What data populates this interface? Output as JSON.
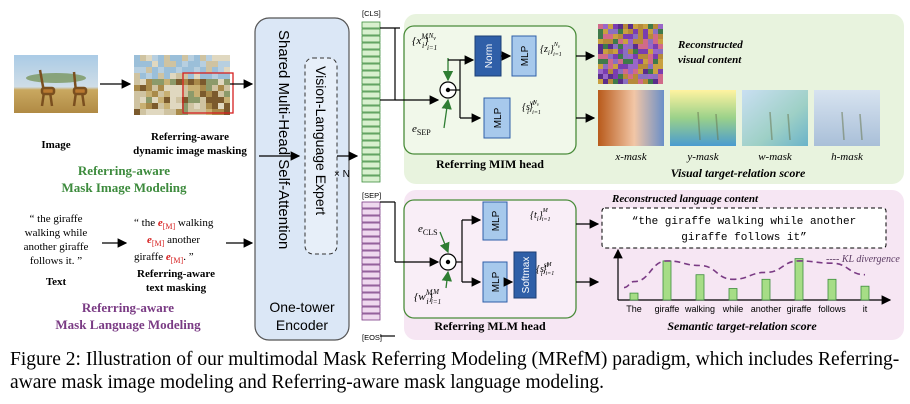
{
  "left": {
    "image_label": "Image",
    "masking_label_1": "Referring-aware",
    "masking_label_2": "dynamic image masking",
    "mim_title_1": "Referring-aware",
    "mim_title_2": "Mask Image Modeling",
    "text_lines": [
      "“ the giraffe",
      "walking while",
      "another giraffe",
      "follows it. ”"
    ],
    "text_label": "Text",
    "masked_text": {
      "line1_a": "“ the ",
      "mask": "e",
      "mask_sub": "[M]",
      "line1_b": " walking",
      "line2_b": " another",
      "line3_a": "giraffe ",
      "line3_b": ". ”"
    },
    "text_masking_1": "Referring-aware",
    "text_masking_2": "text masking",
    "mlm_title_1": "Referring-aware",
    "mlm_title_2": "Mask Language Modeling"
  },
  "encoder": {
    "shared_attention": "Shared Multi-Head Self-Attention",
    "expert": "Vision-Language Expert",
    "repeat": "× N",
    "title_1": "One-tower",
    "title_2": "Encoder",
    "tokens": {
      "cls": "[CLS]",
      "sep": "[SEP]",
      "eos": "[EOS]"
    }
  },
  "mim_head": {
    "title": "Referring MIM head",
    "norm": "Norm",
    "mlp": "MLP",
    "e_sep": "e",
    "e_sep_sub": "SEP",
    "recon_1": "Reconstructed",
    "recon_2": "visual content",
    "masks": [
      "x-mask",
      "y-mask",
      "w-mask",
      "h-mask"
    ],
    "score_label": "Visual target-relation score"
  },
  "mlm_head": {
    "title": "Referring MLM head",
    "mlp": "MLP",
    "softmax": "Softmax",
    "e_cls": "e",
    "e_cls_sub": "CLS",
    "recon_label": "Reconstructed language content",
    "recon_text_1": "“the giraffe walking while another",
    "recon_text_2": "giraffe follows it”",
    "kl": "---- KL divergence",
    "words": [
      "The",
      "giraffe",
      "walking",
      "while",
      "another",
      "giraffe",
      "follows",
      "it"
    ],
    "score_label": "Semantic target-relation score"
  },
  "chart_data": {
    "type": "bar",
    "categories": [
      "The",
      "giraffe",
      "walking",
      "while",
      "another",
      "giraffe",
      "follows",
      "it"
    ],
    "values": [
      0.15,
      0.85,
      0.55,
      0.25,
      0.45,
      0.9,
      0.45,
      0.3
    ],
    "curve": [
      0.4,
      0.85,
      0.75,
      0.45,
      0.6,
      0.85,
      0.8,
      0.55
    ],
    "title": "Semantic target-relation score",
    "legend": "---- KL divergence"
  },
  "caption": "Figure 2: Illustration of our multimodal Mask Referring Modeling (MRefM) paradigm, which includes Referring-aware mask image modeling and Referring-aware mask language modeling.",
  "colors": {
    "green_text": "#3d8b3d",
    "purple_text": "#7a3b84",
    "mim_bg": "#e8f3de",
    "mlm_bg": "#f6e6f3",
    "encoder_bg": "#dbe7f6",
    "mask_red": "#d62020",
    "bar": "#a6dd86"
  }
}
